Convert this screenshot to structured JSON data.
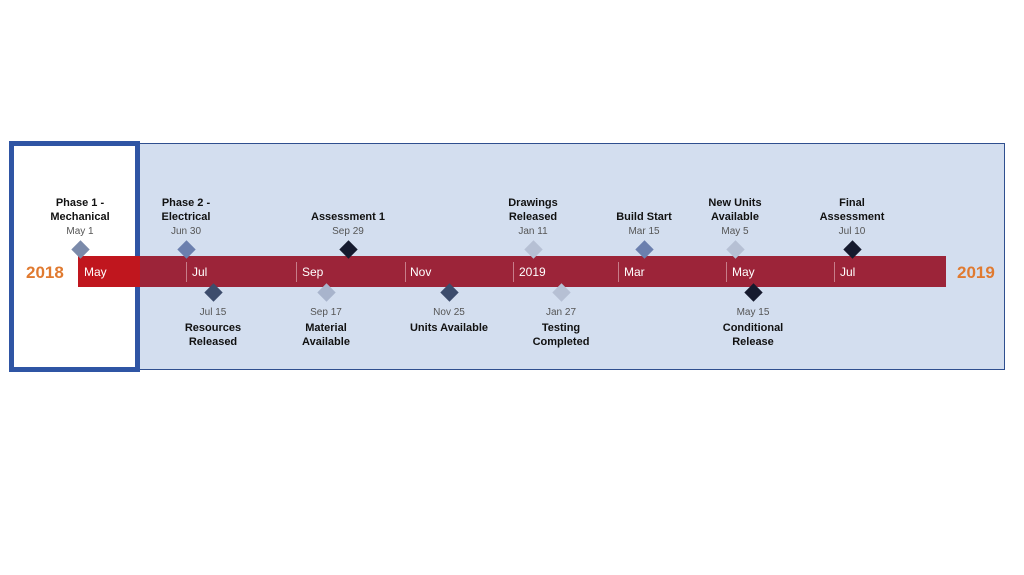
{
  "years": {
    "start": "2018",
    "end": "2019"
  },
  "months": [
    {
      "label": "May"
    },
    {
      "label": "Jul"
    },
    {
      "label": "Sep"
    },
    {
      "label": "Nov"
    },
    {
      "label": "2019"
    },
    {
      "label": "Mar"
    },
    {
      "label": "May"
    },
    {
      "label": "Jul"
    }
  ],
  "milestones": [
    {
      "title": "Phase 1 -\nMechanical",
      "date": "May 1",
      "position": "above",
      "color": "#7b8aaa"
    },
    {
      "title": "Phase 2 -\nElectrical",
      "date": "Jun 30",
      "position": "above",
      "color": "#6b7fae"
    },
    {
      "title": "Resources\nReleased",
      "date": "Jul 15",
      "position": "below",
      "color": "#3c4c6c"
    },
    {
      "title": "Material\nAvailable",
      "date": "Sep 17",
      "position": "below",
      "color": "#a8b4cc"
    },
    {
      "title": "Assessment 1",
      "date": "Sep 29",
      "position": "above",
      "color": "#151a2e"
    },
    {
      "title": "Units Available",
      "date": "Nov 25",
      "position": "below",
      "color": "#3c4c6c"
    },
    {
      "title": "Drawings\nReleased",
      "date": "Jan 11",
      "position": "above",
      "color": "#b6c0d4"
    },
    {
      "title": "Testing\nCompleted",
      "date": "Jan 27",
      "position": "below",
      "color": "#b6c0d4"
    },
    {
      "title": "Build Start",
      "date": "Mar 15",
      "position": "above",
      "color": "#6b7fae"
    },
    {
      "title": "New Units\nAvailable",
      "date": "May 5",
      "position": "above",
      "color": "#b6c0d4"
    },
    {
      "title": "Conditional\nRelease",
      "date": "May 15",
      "position": "below",
      "color": "#151a2e"
    },
    {
      "title": "Final\nAssessment",
      "date": "Jul 10",
      "position": "above",
      "color": "#151a2e"
    }
  ]
}
